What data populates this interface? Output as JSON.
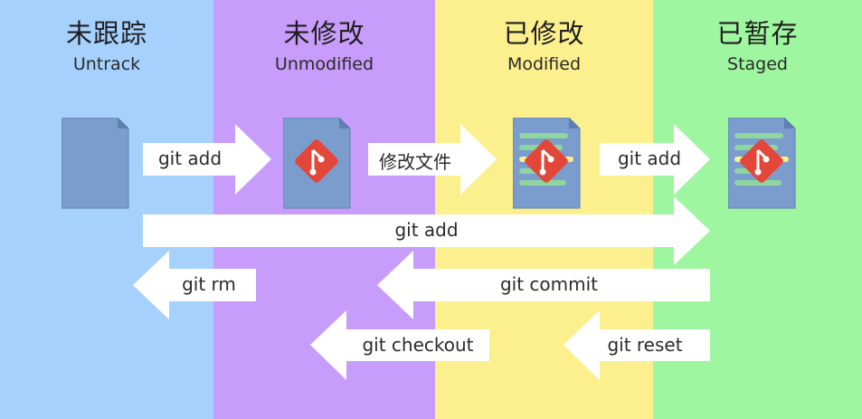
{
  "columns": [
    {
      "title": "未跟踪",
      "subtitle": "Untrack",
      "color": "#a6d1fd"
    },
    {
      "title": "未修改",
      "subtitle": "Unmodified",
      "color": "#c79cfb"
    },
    {
      "title": "已修改",
      "subtitle": "Modified",
      "color": "#fcf08e"
    },
    {
      "title": "已暂存",
      "subtitle": "Staged",
      "color": "#9ff6a0"
    }
  ],
  "arrows": {
    "add1": "git add",
    "modify": "修改文件",
    "add2": "git add",
    "add_long": "git add",
    "rm": "git rm",
    "commit": "git commit",
    "checkout": "git checkout",
    "reset": "git reset"
  },
  "icons": {
    "file_color": "#7b9dcd",
    "git_logo_color": "#e2473a",
    "line_color": "#8fd69e"
  }
}
